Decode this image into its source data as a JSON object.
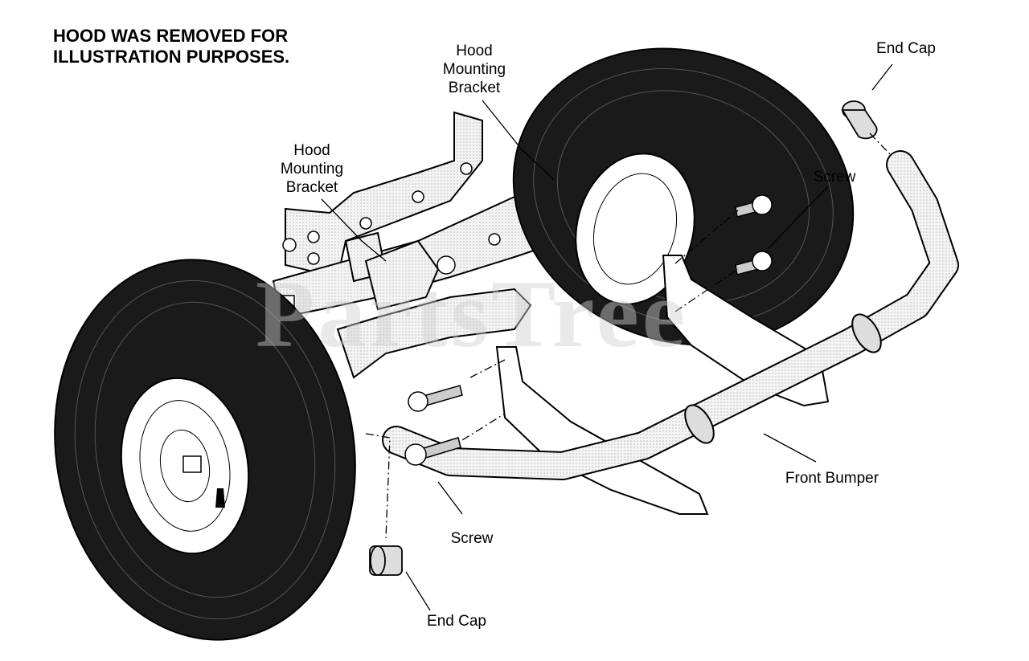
{
  "note": "HOOD WAS REMOVED FOR\nILLUSTRATION PURPOSES.",
  "labels": {
    "hood_bracket_right": "Hood\nMounting\nBracket",
    "hood_bracket_left": "Hood\nMounting\nBracket",
    "end_cap_top": "End Cap",
    "screw_right": "Screw",
    "front_bumper": "Front Bumper",
    "screw_bottom": "Screw",
    "end_cap_bottom": "End Cap"
  },
  "watermark": "PartsTree",
  "colors": {
    "ink": "#000000",
    "stipple": "#e8e8e8",
    "tire": "#1a1a1a",
    "watermark": "#cfcfcf"
  }
}
